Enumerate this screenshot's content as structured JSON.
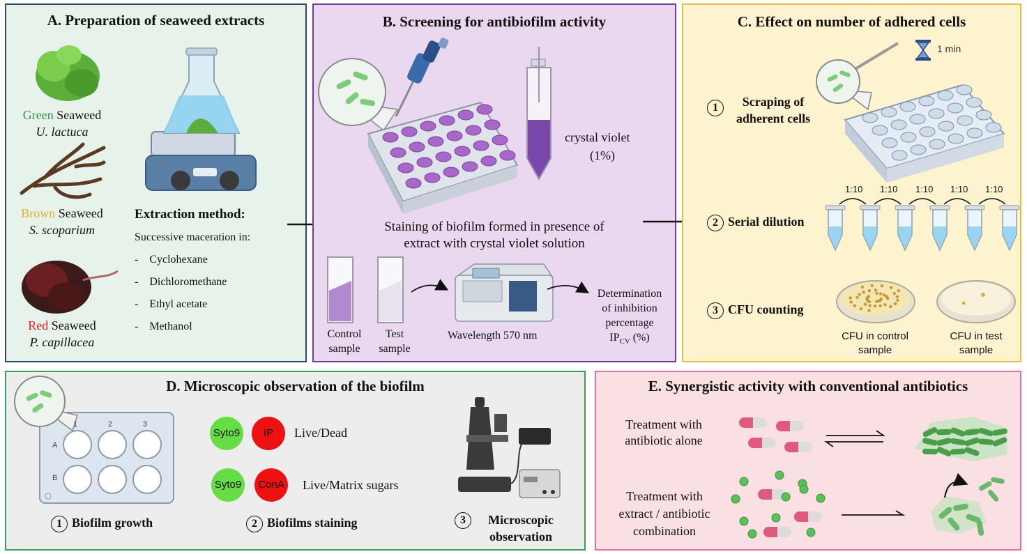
{
  "panel_a": {
    "title": "A. Preparation of seaweed extracts",
    "green_color_word": "Green",
    "green_rest": " Seaweed",
    "green_species": "U. lactuca",
    "brown_color_word": "Brown",
    "brown_rest": " Seaweed",
    "brown_species": "S. scoparium",
    "red_color_word": "Red",
    "red_rest": " Seaweed",
    "red_species": "P. capillacea",
    "method_title": "Extraction method:",
    "method_intro": "Successive maceration in:",
    "solvents": [
      "-    Cyclohexane",
      "-    Dichloromethane",
      "-    Ethyl acetate",
      "-    Methanol"
    ]
  },
  "panel_b": {
    "title": "B. Screening for antibiofilm activity",
    "reagent_line1": "crystal violet",
    "reagent_line2": "(1%)",
    "staining_line1": "Staining of biofilm formed in presence of",
    "staining_line2": "extract with crystal violet solution",
    "control_line1": "Control",
    "control_line2": "sample",
    "test_line1": "Test",
    "test_line2": "sample",
    "wavelength": "Wavelength 570 nm",
    "det_line1": "Determination",
    "det_line2": "of inhibition",
    "det_line3": "percentage",
    "det_ip": "IP",
    "det_sub": "CV",
    "det_unit": " (%)"
  },
  "panel_c": {
    "title": "C. Effect on number of adhered cells",
    "timer": "1 min",
    "step1_num": "1",
    "step1_line1": "Scraping of",
    "step1_line2": "adherent cells",
    "step2_num": "2",
    "step2": "Serial dilution",
    "dilutions": [
      "1:10",
      "1:10",
      "1:10",
      "1:10",
      "1:10"
    ],
    "step3_num": "3",
    "step3": "CFU counting",
    "cfu_control_line1": "CFU in control",
    "cfu_control_line2": "sample",
    "cfu_test_line1": "CFU in test",
    "cfu_test_line2": "sample"
  },
  "panel_d": {
    "title": "D. Microscopic observation of the biofilm",
    "plate_cols": [
      "1",
      "2",
      "3"
    ],
    "plate_rows": [
      "A",
      "B"
    ],
    "dye_syto9_a": "Syto9",
    "dye_ip": "IP",
    "pair1_label": "Live/Dead",
    "dye_syto9_b": "Syto9",
    "dye_cona": "ConA",
    "pair2_label": "Live/Matrix sugars",
    "step1_num": "1",
    "step1": "Biofilm growth",
    "step2_num": "2",
    "step2": "Biofilms staining",
    "step3_num": "3",
    "step3_line1": "Microscopic",
    "step3_line2": "observation"
  },
  "panel_e": {
    "title": "E. Synergistic activity with conventional antibiotics",
    "row1_line1": "Treatment with",
    "row1_line2": "antibiotic alone",
    "row2_line1": "Treatment with",
    "row2_line2": "extract / antibiotic",
    "row2_line3": "combination"
  },
  "colors": {
    "green_word": "#3a8a4a",
    "brown_word": "#e0b030",
    "red_word": "#e02020",
    "panel_a_bg": "#e6f2ea",
    "panel_a_border": "#2a4a6e",
    "panel_b_bg": "#ead8f0",
    "panel_b_border": "#6a3d96",
    "panel_c_bg": "#fdf3cf",
    "panel_c_border": "#e8c040",
    "panel_d_bg": "#ededed",
    "panel_d_border": "#3aa055",
    "panel_e_bg": "#fbe0e3",
    "panel_e_border": "#e070a0",
    "dye_green": "#66dd44",
    "dye_red": "#ee1111"
  }
}
